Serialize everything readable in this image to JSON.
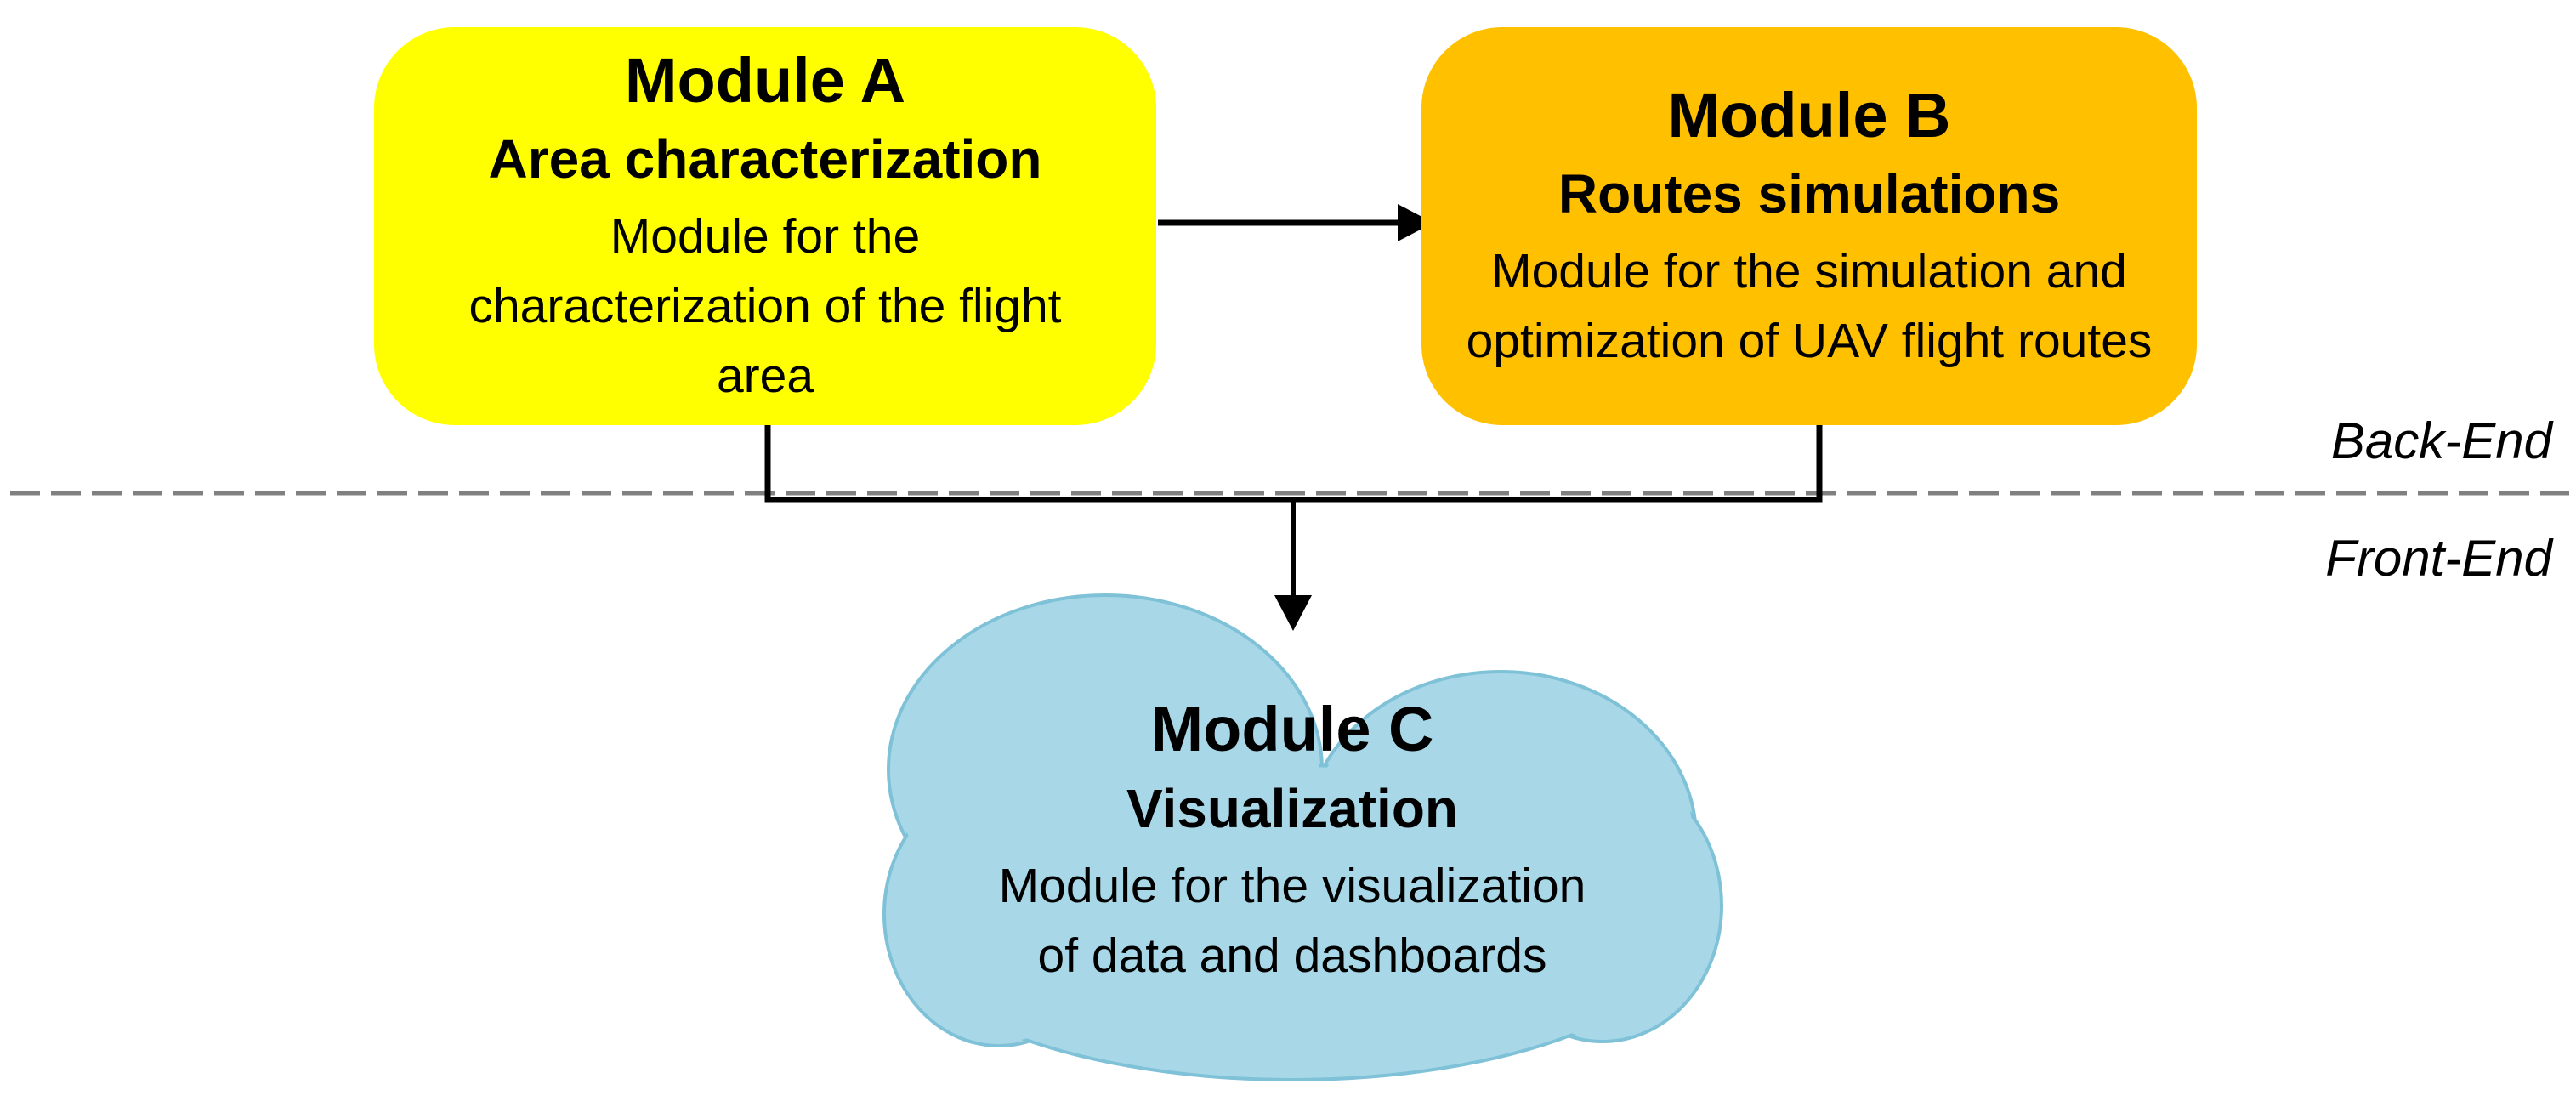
{
  "modules": {
    "a": {
      "title": "Module A",
      "subtitle": "Area characterization",
      "description": "Module for the characterization of the flight area",
      "fill": "#FFFF00"
    },
    "b": {
      "title": "Module B",
      "subtitle": "Routes simulations",
      "description": "Module for the simulation and optimization of UAV flight routes",
      "fill": "#FFC000"
    },
    "c": {
      "title": "Module C",
      "subtitle": "Visualization",
      "description": "Module for the visualization of data and dashboards",
      "fill": "#A8D8E8",
      "outline": "#7FC2D8"
    }
  },
  "zones": {
    "back_end": "Back-End",
    "front_end": "Front-End"
  },
  "colors": {
    "connector": "#000000",
    "divider": "#808080"
  }
}
